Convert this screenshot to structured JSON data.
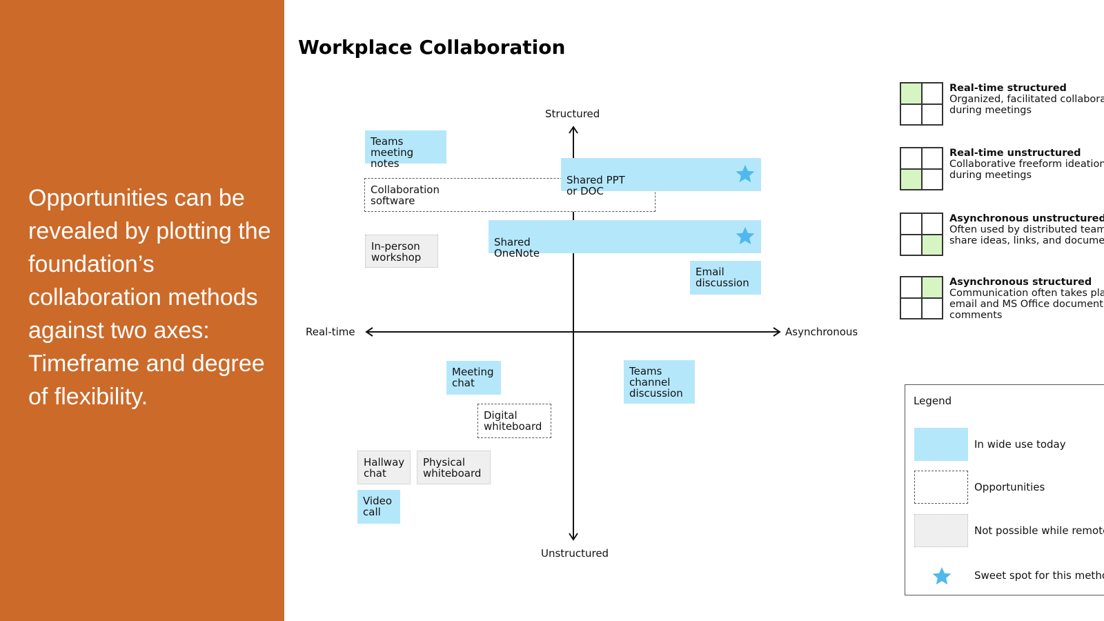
{
  "sidebar": {
    "text": "Opportunities can be revealed by plotting the foundation’s collaboration methods against two axes: Timeframe and degree of flexibility."
  },
  "title": "Workplace Collaboration",
  "axes": {
    "top": "Structured",
    "bottom": "Unstructured",
    "left": "Real-time",
    "right": "Asynchronous"
  },
  "colors": {
    "side": "#cc6a2a",
    "in_wide_use": "#b5e7fb",
    "not_possible": "#efefef",
    "quadrant_highlight": "#d6f5c2",
    "star": "#4fb9ee"
  },
  "cards": {
    "teams_notes": "Teams\nmeeting notes",
    "collab_software": "Collaboration\nsoftware",
    "shared_ppt": "Shared PPT\nor DOC",
    "inperson": "In-person\nworkshop",
    "onenote": "Shared\nOneNote",
    "email": "Email\ndiscussion",
    "meeting_chat": "Meeting\nchat",
    "teams_channel": "Teams\nchannel\ndiscussion",
    "digital_wb": "Digital\nwhiteboard",
    "hallway": "Hallway\nchat",
    "physical_wb": "Physical\nwhiteboard",
    "video": "Video\ncall"
  },
  "quadrants": [
    {
      "title": "Real-time structured",
      "desc1": "Organized, facilitated collaboration",
      "desc2": "during meetings",
      "desc3": ""
    },
    {
      "title": "Real-time unstructured",
      "desc1": "Collaborative freeform ideation",
      "desc2": "during meetings",
      "desc3": ""
    },
    {
      "title": "Asynchronous unstructured",
      "desc1": "Often used by distributed teams to",
      "desc2": "share ideas, links, and documents",
      "desc3": ""
    },
    {
      "title": "Asynchronous structured",
      "desc1": "Communication often takes place in",
      "desc2": "email and MS Office document",
      "desc3": "comments"
    }
  ],
  "legend": {
    "title": "Legend",
    "items": [
      "In wide use today",
      "Opportunities",
      "Not possible while remote",
      "Sweet spot for this method"
    ]
  }
}
